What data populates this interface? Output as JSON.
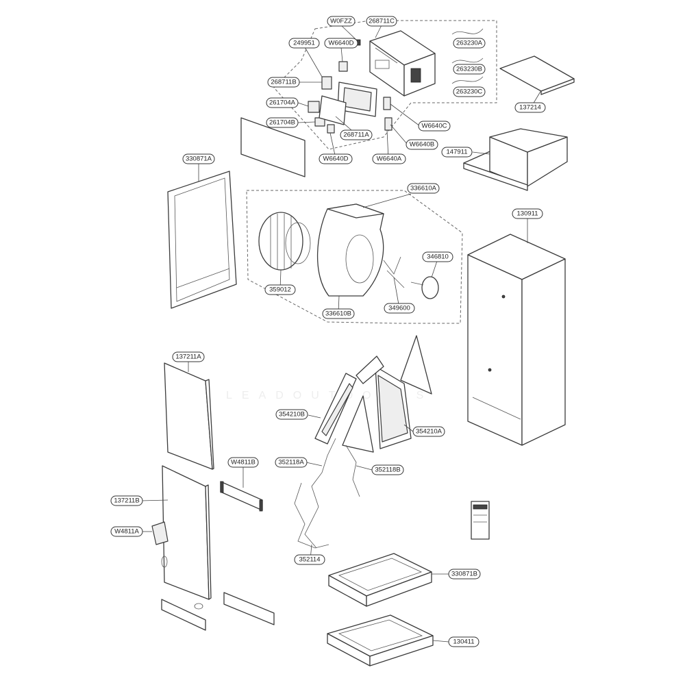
{
  "diagram": {
    "labels": {
      "w0fzz": "W0FZZ",
      "p268711c": "268711C",
      "p249951": "249951",
      "w6640d_top": "W6640D",
      "p263230a": "263230A",
      "p263230b": "263230B",
      "p263230c": "263230C",
      "p268711b": "268711B",
      "p261704a": "261704A",
      "p261704b": "261704B",
      "p268711a": "268711A",
      "w6640c": "W6640C",
      "w6640b": "W6640B",
      "w6640d_bottom": "W6640D",
      "w6640a": "W6640A",
      "p137214": "137214",
      "p147911": "147911",
      "p330871a": "330871A",
      "p336610a": "336610A",
      "p130911": "130911",
      "p346810": "346810",
      "p359012": "359012",
      "p349600": "349600",
      "p336610b": "336610B",
      "p137211a": "137211A",
      "p354210b": "354210B",
      "p354210a": "354210A",
      "p352118a": "352118A",
      "p352118b": "352118B",
      "w4811b": "W4811B",
      "p137211b": "137211B",
      "w4811a": "W4811A",
      "p352114": "352114",
      "p330871b": "330871B",
      "p130411": "130411"
    },
    "watermark": "LEADOUTDOORS"
  }
}
